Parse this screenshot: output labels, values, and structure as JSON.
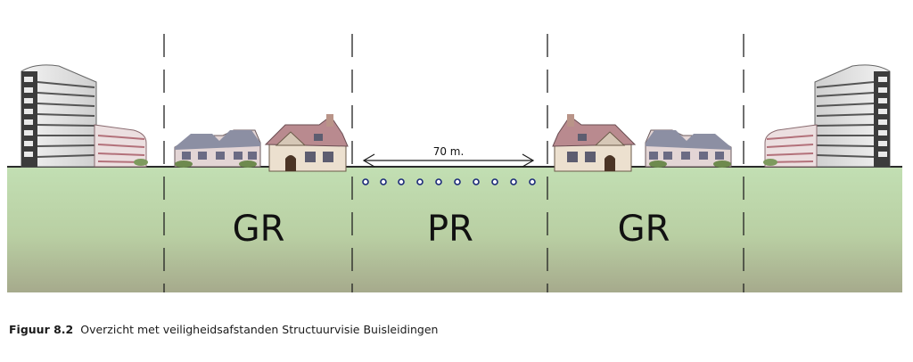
{
  "diagram": {
    "zones": [
      {
        "label": "GR"
      },
      {
        "label": "PR"
      },
      {
        "label": "GR"
      }
    ],
    "distance_label": "70 m.",
    "colors": {
      "ground_top": "#c2dfb3",
      "ground_bottom": "#a6aa8c",
      "divider": "#222222",
      "pipeline_marker": "#1b2a78"
    },
    "icons": [
      "apartment-tower-icon",
      "apartment-block-icon",
      "row-houses-icon",
      "detached-house-icon"
    ]
  },
  "caption": {
    "figure_number": "Figuur 8.2",
    "text": "Overzicht met veiligheidsafstanden Structuurvisie Buisleidingen"
  }
}
